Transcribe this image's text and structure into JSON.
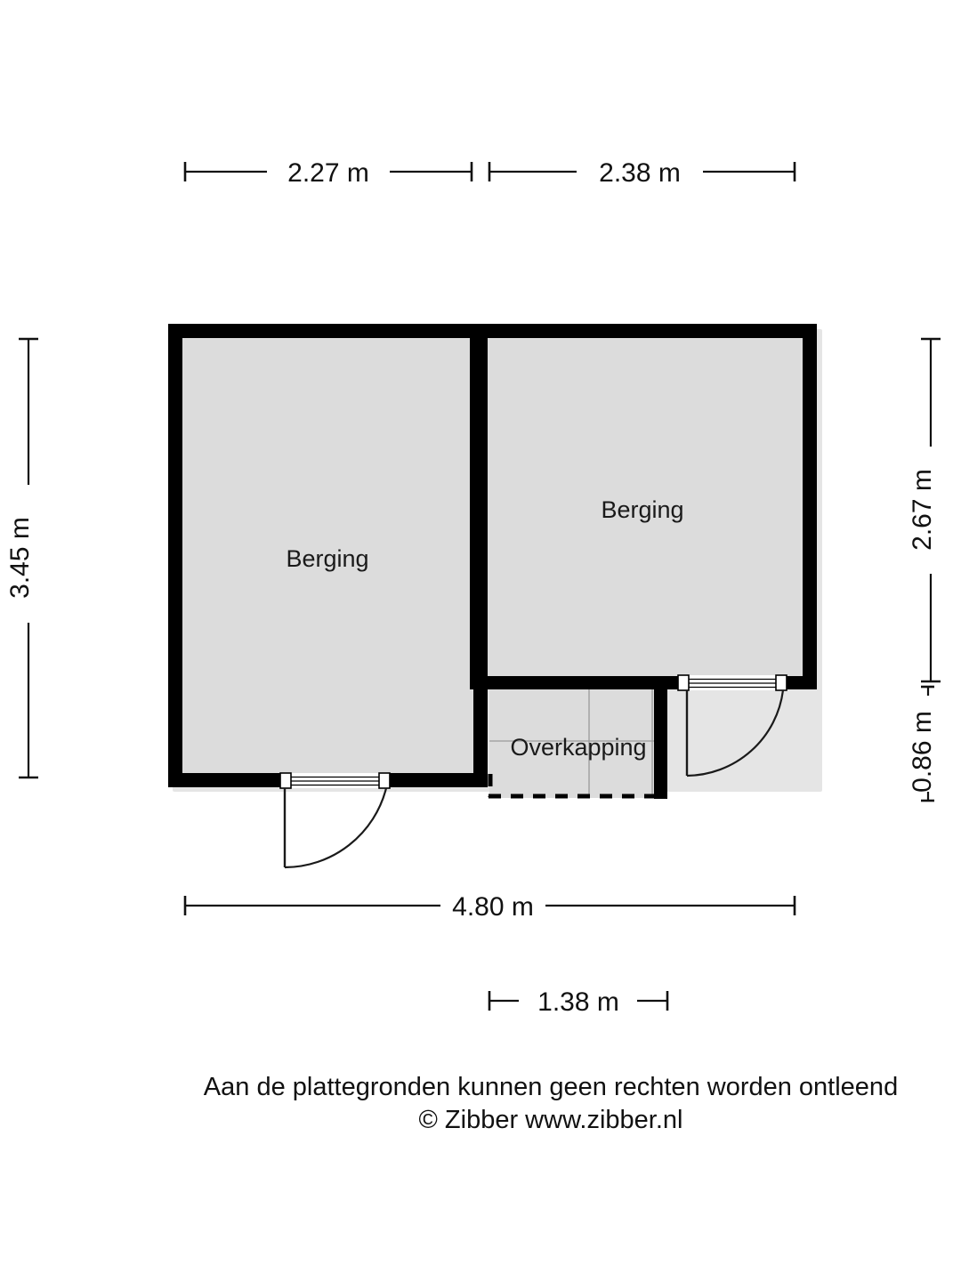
{
  "document": {
    "type": "floor-plan",
    "language": "nl"
  },
  "rooms": [
    {
      "id": "berging-left",
      "label": "Berging"
    },
    {
      "id": "berging-right",
      "label": "Berging"
    },
    {
      "id": "overkapping",
      "label": "Overkapping"
    }
  ],
  "dimensions": {
    "top": [
      {
        "id": "top-left",
        "value": "2.27 m"
      },
      {
        "id": "top-right",
        "value": "2.38 m"
      }
    ],
    "left": [
      {
        "id": "left-total",
        "value": "3.45 m"
      }
    ],
    "right": [
      {
        "id": "right-upper",
        "value": "2.67 m"
      },
      {
        "id": "right-lower",
        "value": "0.86 m"
      }
    ],
    "bottom": [
      {
        "id": "bottom-total",
        "value": "4.80 m"
      },
      {
        "id": "bottom-sub",
        "value": "1.38 m"
      }
    ]
  },
  "footer": {
    "line1": "Aan de plattegronden kunnen geen rechten worden ontleend",
    "line2": "© Zibber www.zibber.nl"
  },
  "colors": {
    "wall": "#000000",
    "floor": "#dcdcdc",
    "background": "#ffffff",
    "text": "#111111",
    "grid": "#9a9a9a"
  }
}
